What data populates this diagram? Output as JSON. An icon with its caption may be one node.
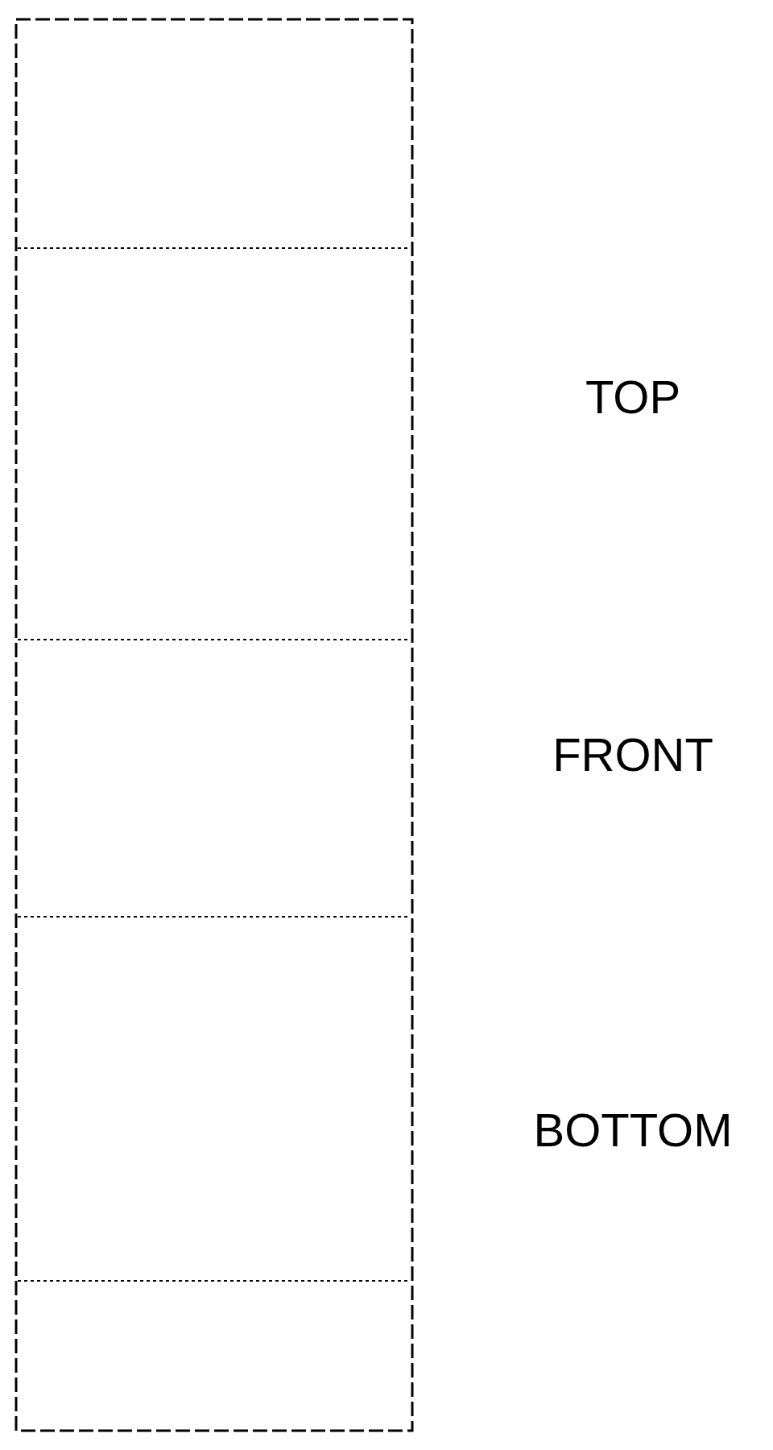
{
  "diagram": {
    "labels": [
      "TOP",
      "FRONT",
      "BOTTOM"
    ]
  }
}
